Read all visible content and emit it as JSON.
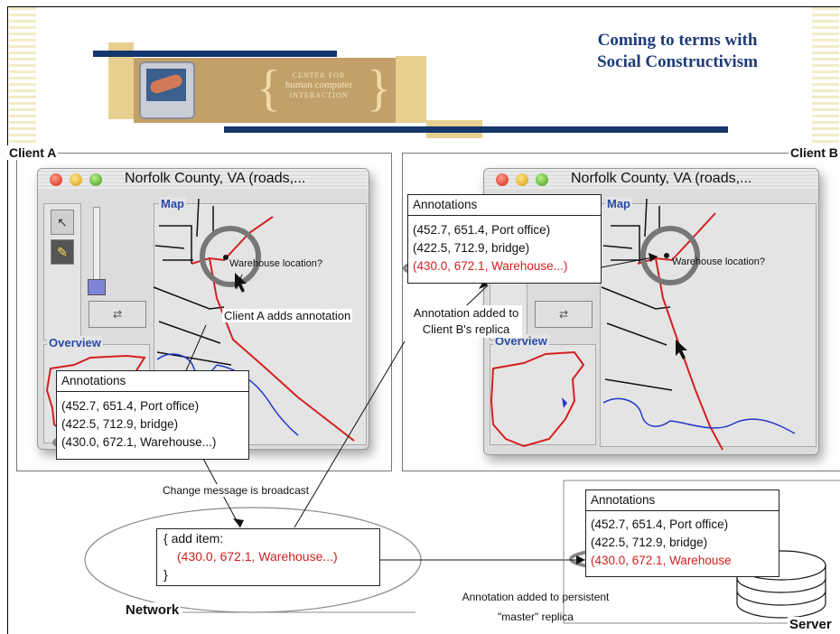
{
  "header": {
    "title_line1": "Coming to terms with",
    "title_line2": "Social Constructivism",
    "logo_line1": "CENTER FOR",
    "logo_line2": "human computer",
    "logo_line3": "INTERACTION"
  },
  "labels": {
    "client_a": "Client A",
    "client_b": "Client B",
    "network": "Network",
    "server": "Server"
  },
  "windows": {
    "client_a": {
      "title": "Norfolk County, VA (roads,...",
      "map_label": "Map",
      "overview_label": "Overview",
      "map_note": "Warehouse location?"
    },
    "client_b": {
      "title": "Norfolk County, VA (roads,...",
      "map_label": "Map",
      "overview_label": "Overview",
      "map_note": "Warehouse location?"
    }
  },
  "annotations": {
    "header": "Annotations",
    "rows": [
      "(452.7, 651.4, Port office)",
      "(422.5, 712.9, bridge)"
    ],
    "new_row": "(430.0, 672.1, Warehouse...)",
    "new_row_server": "(430.0, 672.1, Warehouse...)"
  },
  "callouts": {
    "client_a_adds": "Client A adds annotation",
    "added_to_replica_line1": "Annotation added to",
    "added_to_replica_line2": "Client B's replica",
    "broadcast": "Change message is broadcast",
    "persistent_line1": "Annotation added to persistent",
    "persistent_line2": "\"master\" replica"
  },
  "message": {
    "line1": "{ add item:",
    "line2": "(430.0, 672.1, Warehouse...)",
    "line3": "}"
  },
  "colors": {
    "accent_navy": "#15366c",
    "accent_tan": "#e7cf90",
    "title_blue": "#1d3b78",
    "annotation_red": "#d21e1e",
    "panel_label_blue": "#2b4aa8"
  }
}
